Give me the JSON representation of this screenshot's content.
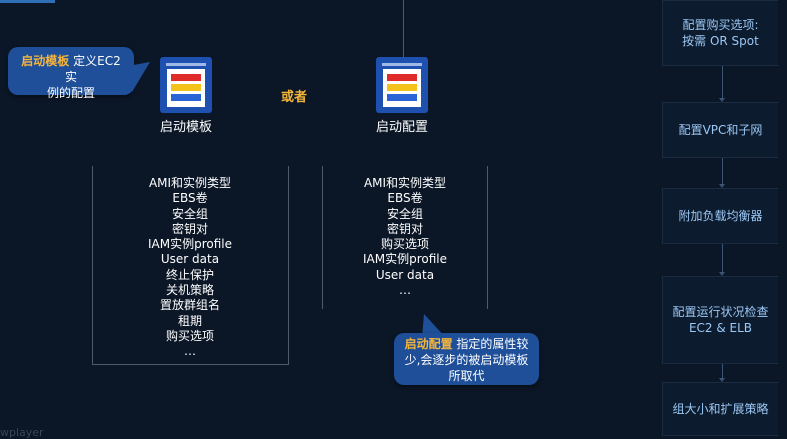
{
  "launch_template": {
    "label": "启动模板",
    "attributes": [
      "AMI和实例类型",
      "EBS卷",
      "安全组",
      "密钥对",
      "IAM实例profile",
      "User data",
      "终止保护",
      "关机策略",
      "置放群组名",
      "租期",
      "购买选项",
      "…"
    ]
  },
  "launch_config": {
    "label": "启动配置",
    "attributes": [
      "AMI和实例类型",
      "EBS卷",
      "安全组",
      "密钥对",
      "购买选项",
      "IAM实例profile",
      "User data",
      "…"
    ]
  },
  "or_label": "或者",
  "callout_template": {
    "highlight": "启动模板",
    "line1_rest": " 定义EC2实",
    "line2": "例的配置"
  },
  "callout_config": {
    "highlight": "启动配置",
    "line1_rest": " 指定的属性较",
    "line2": "少,会逐步的被启动模板",
    "line3": "所取代"
  },
  "steps": [
    {
      "line1": "配置购买选项:",
      "line2": "按需 OR Spot"
    },
    {
      "line1": "配置VPC和子网",
      "line2": ""
    },
    {
      "line1": "附加负载均衡器",
      "line2": ""
    },
    {
      "line1": "配置运行状况检查",
      "line2": "EC2 & ELB"
    },
    {
      "line1": "组大小和扩展策略",
      "line2": ""
    }
  ],
  "watermark": "wplayer",
  "colors": {
    "background": "#0b1626",
    "callout": "#1e4f98",
    "highlight": "#f5b53a",
    "step_text": "#9cc8f5",
    "icon_blue": "#1e50b0",
    "stripe_red": "#e02b2b",
    "stripe_yellow": "#f3c21b",
    "stripe_blue": "#2a63d6"
  }
}
